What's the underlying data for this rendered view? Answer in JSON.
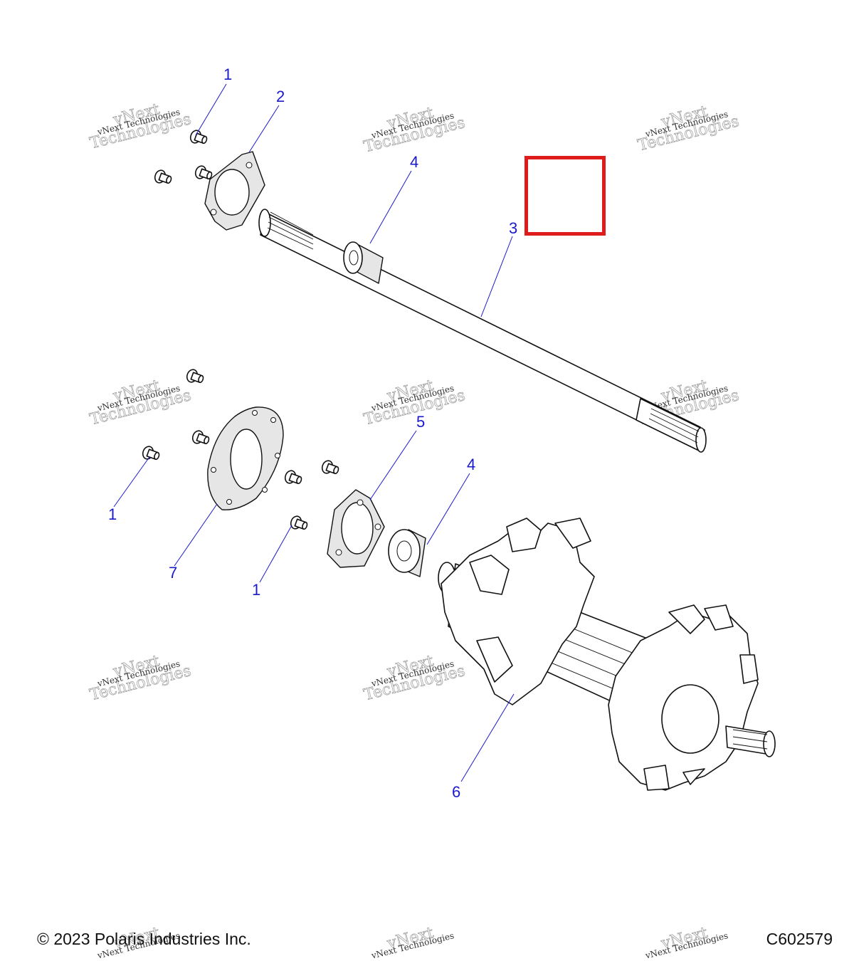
{
  "callouts": {
    "c1a": "1",
    "c2": "2",
    "c4a": "4",
    "c3": "3",
    "c5": "5",
    "c4b": "4",
    "c1b": "1",
    "c7": "7",
    "c1c": "1",
    "c6": "6"
  },
  "watermark": {
    "line1": "vNext Technologies",
    "line2": "vNext",
    "line3": "Technologies"
  },
  "footer": {
    "copyright": "© 2023 Polaris Industries Inc.",
    "code": "C602579"
  },
  "colors": {
    "callout": "#1a1acc",
    "highlight": "#e01b1b"
  }
}
